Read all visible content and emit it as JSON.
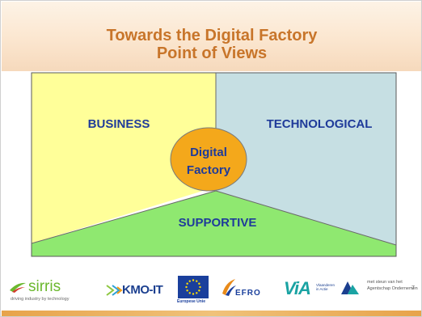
{
  "slide": {
    "title_line1": "Towards the Digital Factory",
    "title_line2": "Point of Views",
    "page_number": "7"
  },
  "diagram": {
    "regions": [
      {
        "key": "business",
        "label": "BUSINESS",
        "fill": "#ffff99"
      },
      {
        "key": "technological",
        "label": "TECHNOLOGICAL",
        "fill": "#c6dfe3"
      },
      {
        "key": "supportive",
        "label": "SUPPORTIVE",
        "fill": "#8fe870"
      }
    ],
    "center": {
      "label_line1": "Digital",
      "label_line2": "Factory",
      "fill": "#f4a81b"
    },
    "label_color": "#1f3b9a"
  },
  "footer": {
    "sirris_name": "sirris",
    "sirris_tagline": "driving industry by technology",
    "kmoit_name": "KMO-IT",
    "eu_caption": "Europese Unie",
    "efro_name": "EFRO",
    "via_name": "ViA",
    "via_caption": "Vlaanderen in Actie",
    "agency_line1": "met steun van het",
    "agency_line2": "Agentschap Ondernemen"
  },
  "colors": {
    "title": "#c8752a",
    "title_band": "#fbe6cf",
    "sirris_green": "#6bb82e",
    "sirris_red": "#d23b2c",
    "kmoit_blue": "#1b3f8f",
    "eu_blue": "#1a3f9c",
    "eu_star": "#ffdd00",
    "efro_orange": "#e88a1a",
    "via_teal": "#1aa3a3",
    "footer_band": "#e7a34a"
  }
}
